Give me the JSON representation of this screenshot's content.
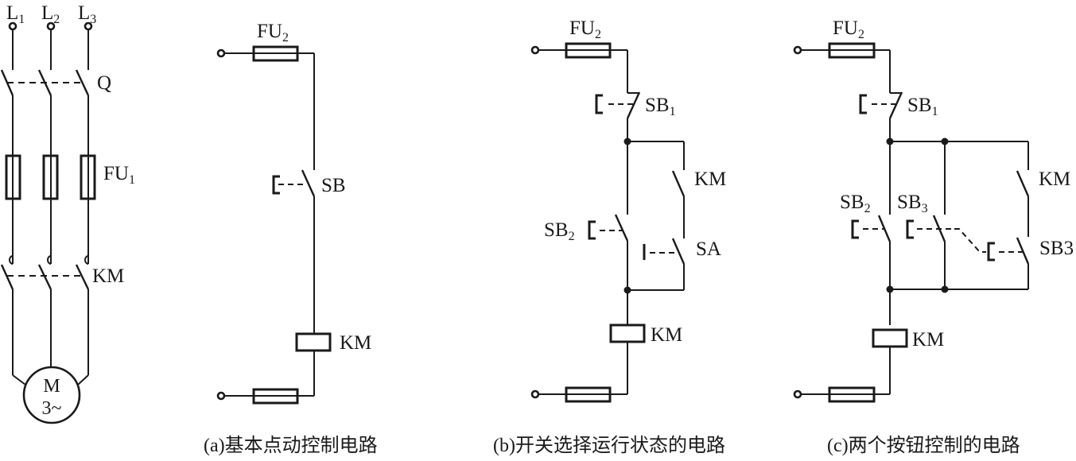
{
  "figure": {
    "main_circuit": {
      "phases": [
        {
          "label": "L",
          "sub": "1"
        },
        {
          "label": "L",
          "sub": "2"
        },
        {
          "label": "L",
          "sub": "3"
        }
      ],
      "switch_label": "Q",
      "fuse_label": {
        "label": "FU",
        "sub": "1"
      },
      "contactor_label": "KM",
      "motor": {
        "line1": "M",
        "line2": "3~"
      }
    },
    "panel_a": {
      "fuse_label": {
        "label": "FU",
        "sub": "2"
      },
      "button_label": "SB",
      "coil_label": "KM",
      "caption": "(a)基本点动控制电路"
    },
    "panel_b": {
      "fuse_label": {
        "label": "FU",
        "sub": "2"
      },
      "stop_button_label": {
        "label": "SB",
        "sub": "1"
      },
      "start_button_label": {
        "label": "SB",
        "sub": "2"
      },
      "hold_contact_label": "KM",
      "selector_label": "SA",
      "coil_label": "KM",
      "caption": "(b)开关选择运行状态的电路"
    },
    "panel_c": {
      "fuse_label": {
        "label": "FU",
        "sub": "2"
      },
      "stop_button_label": {
        "label": "SB",
        "sub": "1"
      },
      "start_button_label": {
        "label": "SB",
        "sub": "2"
      },
      "jog_button_label": {
        "label": "SB",
        "sub": "3"
      },
      "hold_contact_label": "KM",
      "jog_nc_label": "SB3",
      "coil_label": "KM",
      "caption": "(c)两个按钮控制的电路"
    }
  }
}
